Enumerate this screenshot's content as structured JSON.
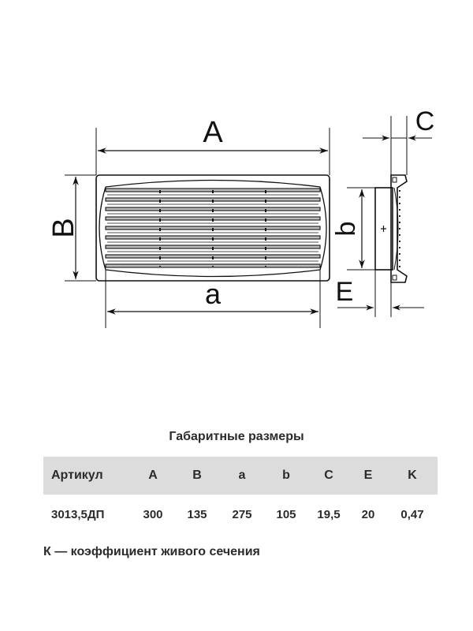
{
  "drawing": {
    "labels": {
      "A": "A",
      "B": "B",
      "a": "a",
      "b": "b",
      "C": "C",
      "E": "E"
    },
    "line_color": "#111111",
    "louver_count": 9
  },
  "specs": {
    "title": "Габаритные размеры",
    "header_bg": "#dcdcdc",
    "columns": [
      "Артикул",
      "A",
      "B",
      "a",
      "b",
      "C",
      "E",
      "K"
    ],
    "rows": [
      [
        "3013,5ДП",
        "300",
        "135",
        "275",
        "105",
        "19,5",
        "20",
        "0,47"
      ]
    ],
    "footnote": "К — коэффициент живого сечения"
  }
}
